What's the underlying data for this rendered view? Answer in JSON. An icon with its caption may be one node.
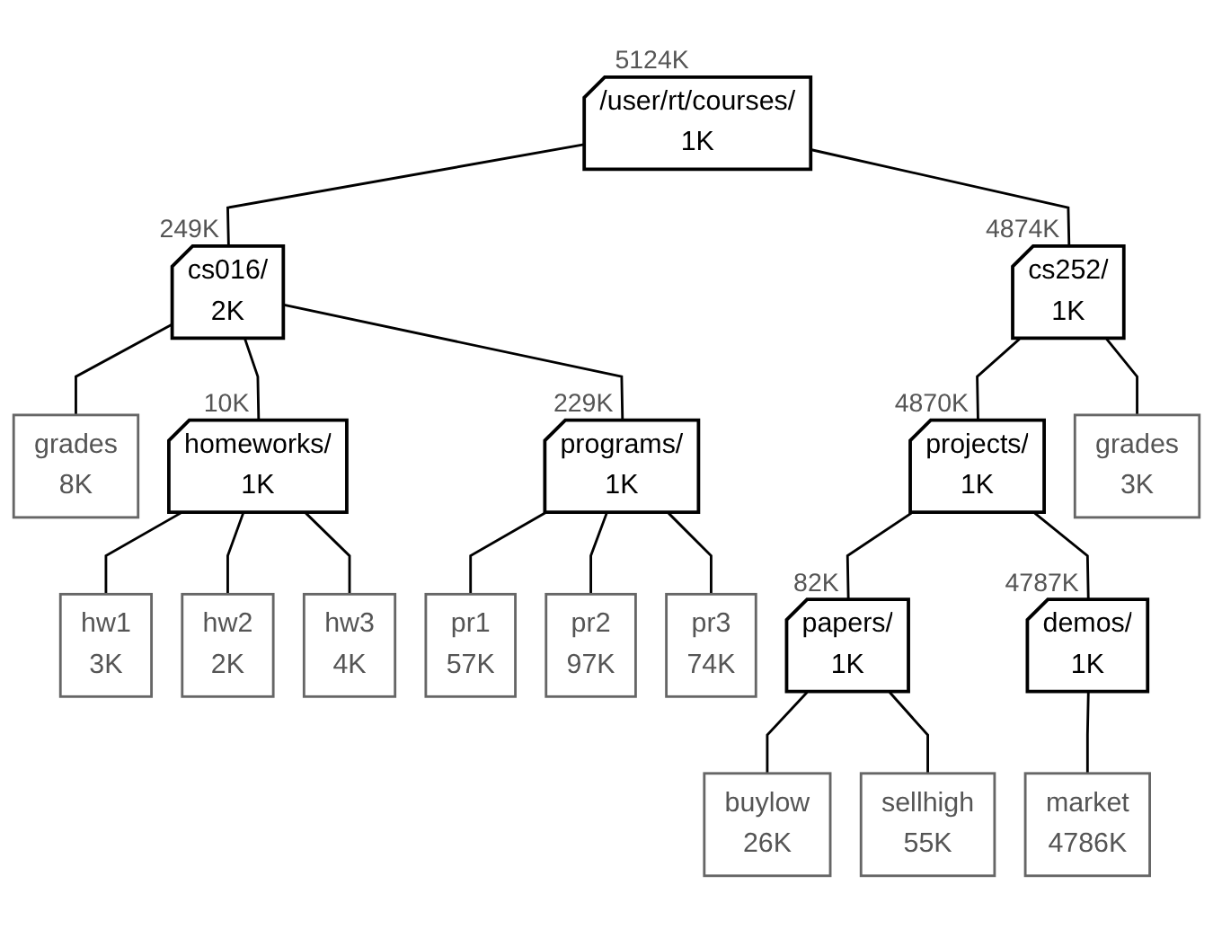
{
  "diagram": {
    "nodes": [
      {
        "text": [
          "/user/rt/courses/",
          "1K"
        ],
        "beside": [
          "5124K"
        ]
      },
      {
        "text": [
          "cs016/",
          "2K"
        ],
        "beside": [
          "249K"
        ]
      },
      {
        "text": [
          "cs252/",
          "1K"
        ],
        "beside": [
          "4874K"
        ]
      },
      {
        "text": [
          "grades",
          "8K"
        ]
      },
      {
        "text": [
          "homeworks/",
          "1K"
        ],
        "beside": [
          "10K"
        ]
      },
      {
        "text": [
          "programs/",
          "1K"
        ],
        "beside": [
          "229K"
        ]
      },
      {
        "text": [
          "projects/",
          "1K"
        ],
        "beside": [
          "4870K"
        ]
      },
      {
        "text": [
          "grades",
          "3K"
        ]
      },
      {
        "text": [
          "hw1",
          "3K"
        ]
      },
      {
        "text": [
          "hw2",
          "2K"
        ]
      },
      {
        "text": [
          "hw3",
          "4K"
        ]
      },
      {
        "text": [
          "pr1",
          "57K"
        ]
      },
      {
        "text": [
          "pr2",
          "97K"
        ]
      },
      {
        "text": [
          "pr3",
          "74K"
        ]
      },
      {
        "text": [
          "papers/",
          "1K"
        ],
        "beside": [
          "82K"
        ]
      },
      {
        "text": [
          "demos/",
          "1K"
        ],
        "beside": [
          "4787K"
        ]
      },
      {
        "text": [
          "buylow",
          "26K"
        ]
      },
      {
        "text": [
          "sellhigh",
          "55K"
        ]
      },
      {
        "text": [
          "market",
          "4786K"
        ]
      }
    ],
    "edges": [
      {
        "from": 0,
        "to": 1,
        "arrow": "none"
      },
      {
        "from": 0,
        "to": 2,
        "arrow": "none"
      },
      {
        "from": 1,
        "to": 3,
        "arrow": "none"
      },
      {
        "from": 1,
        "to": 4,
        "arrow": "none"
      },
      {
        "from": 1,
        "to": 5,
        "arrow": "none"
      },
      {
        "from": 2,
        "to": 6,
        "arrow": "none"
      },
      {
        "from": 2,
        "to": 7,
        "arrow": "none"
      },
      {
        "from": 4,
        "to": 8,
        "arrow": "none"
      },
      {
        "from": 4,
        "to": 9,
        "arrow": "none"
      },
      {
        "from": 4,
        "to": 10,
        "arrow": "none"
      },
      {
        "from": 5,
        "to": 11,
        "arrow": "none"
      },
      {
        "from": 5,
        "to": 12,
        "arrow": "none"
      },
      {
        "from": 5,
        "to": 13,
        "arrow": "none"
      },
      {
        "from": 6,
        "to": 14,
        "arrow": "none"
      },
      {
        "from": 6,
        "to": 15,
        "arrow": "none"
      },
      {
        "from": 14,
        "to": 16,
        "arrow": "none"
      },
      {
        "from": 14,
        "to": 17,
        "arrow": "none"
      },
      {
        "from": 15,
        "to": 18,
        "arrow": "none"
      }
    ]
  }
}
